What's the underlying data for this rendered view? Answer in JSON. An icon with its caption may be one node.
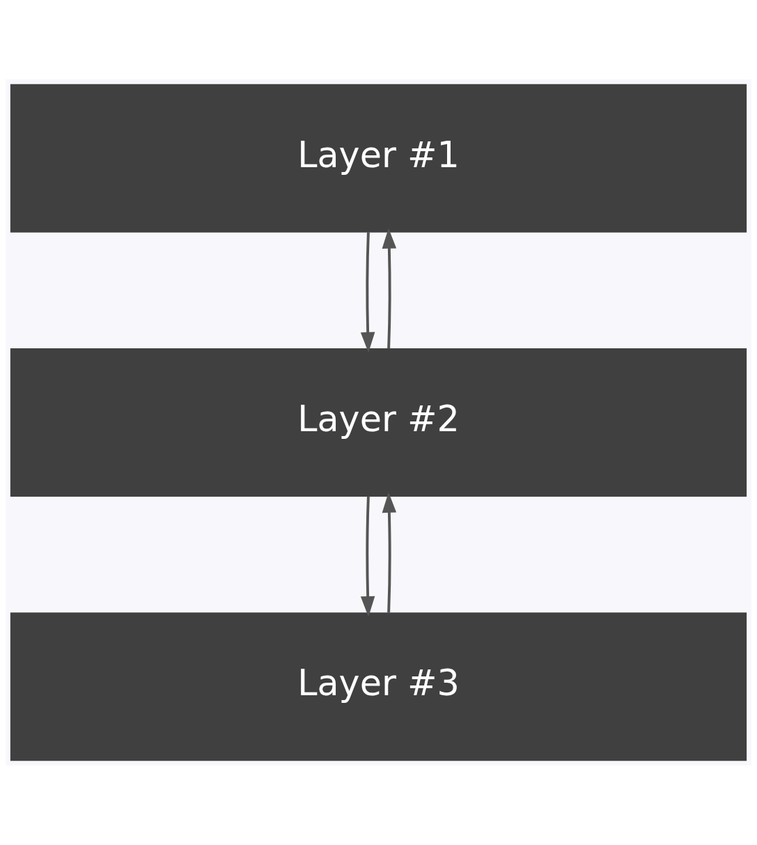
{
  "diagram": {
    "nodes": [
      {
        "text": [
          "Layer #1"
        ]
      },
      {
        "text": [
          "Layer #2"
        ]
      },
      {
        "text": [
          "Layer #3"
        ]
      }
    ],
    "edges": [
      {
        "from": 0,
        "to": 1,
        "arrow": "to"
      },
      {
        "from": 1,
        "to": 0,
        "arrow": "to"
      },
      {
        "from": 1,
        "to": 2,
        "arrow": "to"
      },
      {
        "from": 2,
        "to": 1,
        "arrow": "to"
      }
    ]
  }
}
